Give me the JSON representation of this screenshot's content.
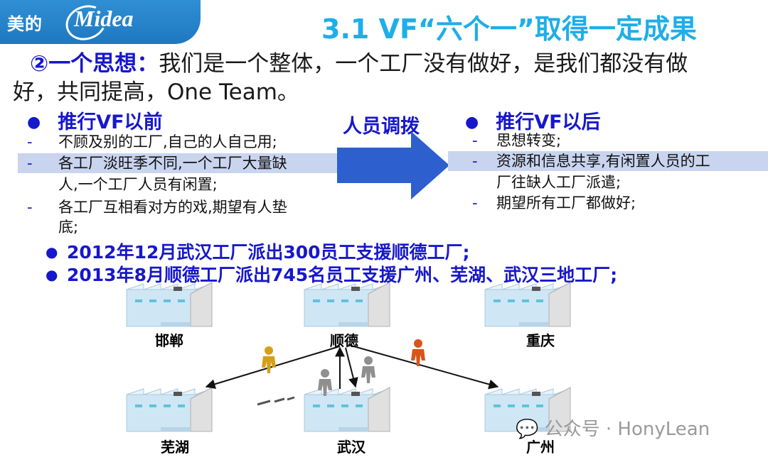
{
  "header": {
    "logo_cn": "美的",
    "logo_en": "Midea",
    "title": "3.1 VF“六个一”取得一定成果"
  },
  "thought": {
    "lead": "②一个思想：",
    "line1": "我们是一个整体，一个工厂没有做好，是我们都没有做",
    "line2": "好，共同提高，One Team。"
  },
  "before": {
    "heading": "推行VF以前",
    "items": [
      {
        "dash": "-",
        "lines": [
          "不顾及别的工厂,自己的人自己用;"
        ]
      },
      {
        "dash": "-",
        "lines": [
          "各工厂淡旺季不同,一个工厂大量缺",
          "人,一个工厂人员有闲置;"
        ]
      },
      {
        "dash": "-",
        "lines": [
          "各工厂互相看对方的戏,期望有人垫",
          "底;"
        ]
      }
    ]
  },
  "transfer_label": "人员调拨",
  "after": {
    "heading": "推行VF以后",
    "items": [
      {
        "dash": "-",
        "lines": [
          "思想转变;"
        ]
      },
      {
        "dash": "-",
        "lines": [
          "资源和信息共享,有闲置人员的工",
          "厂往缺人工厂派遣;"
        ]
      },
      {
        "dash": "-",
        "lines": [
          "期望所有工厂都做好;"
        ]
      }
    ]
  },
  "examples": [
    "2012年12月武汉工厂派出300员工支援顺德工厂;",
    "2013年8月顺德工厂派出745名员工支援广州、芜湖、武汉三地工厂;"
  ],
  "factories": {
    "handan": "邯郸",
    "shunde": "顺德",
    "chongqing": "重庆",
    "wuhu": "芜湖",
    "wuhan": "武汉",
    "guangzhou": "广州"
  },
  "watermark": "公众号 · HonyLean",
  "colors": {
    "logo_bg": "#1f78c0",
    "title": "#1eaee8",
    "accent_text": "#1717cc",
    "arrow": "#2e5fcf",
    "highlight": "#c9d4ef",
    "worker_gold": "#d4a017",
    "worker_orange": "#d9541a",
    "worker_gray": "#8f8f8f"
  }
}
